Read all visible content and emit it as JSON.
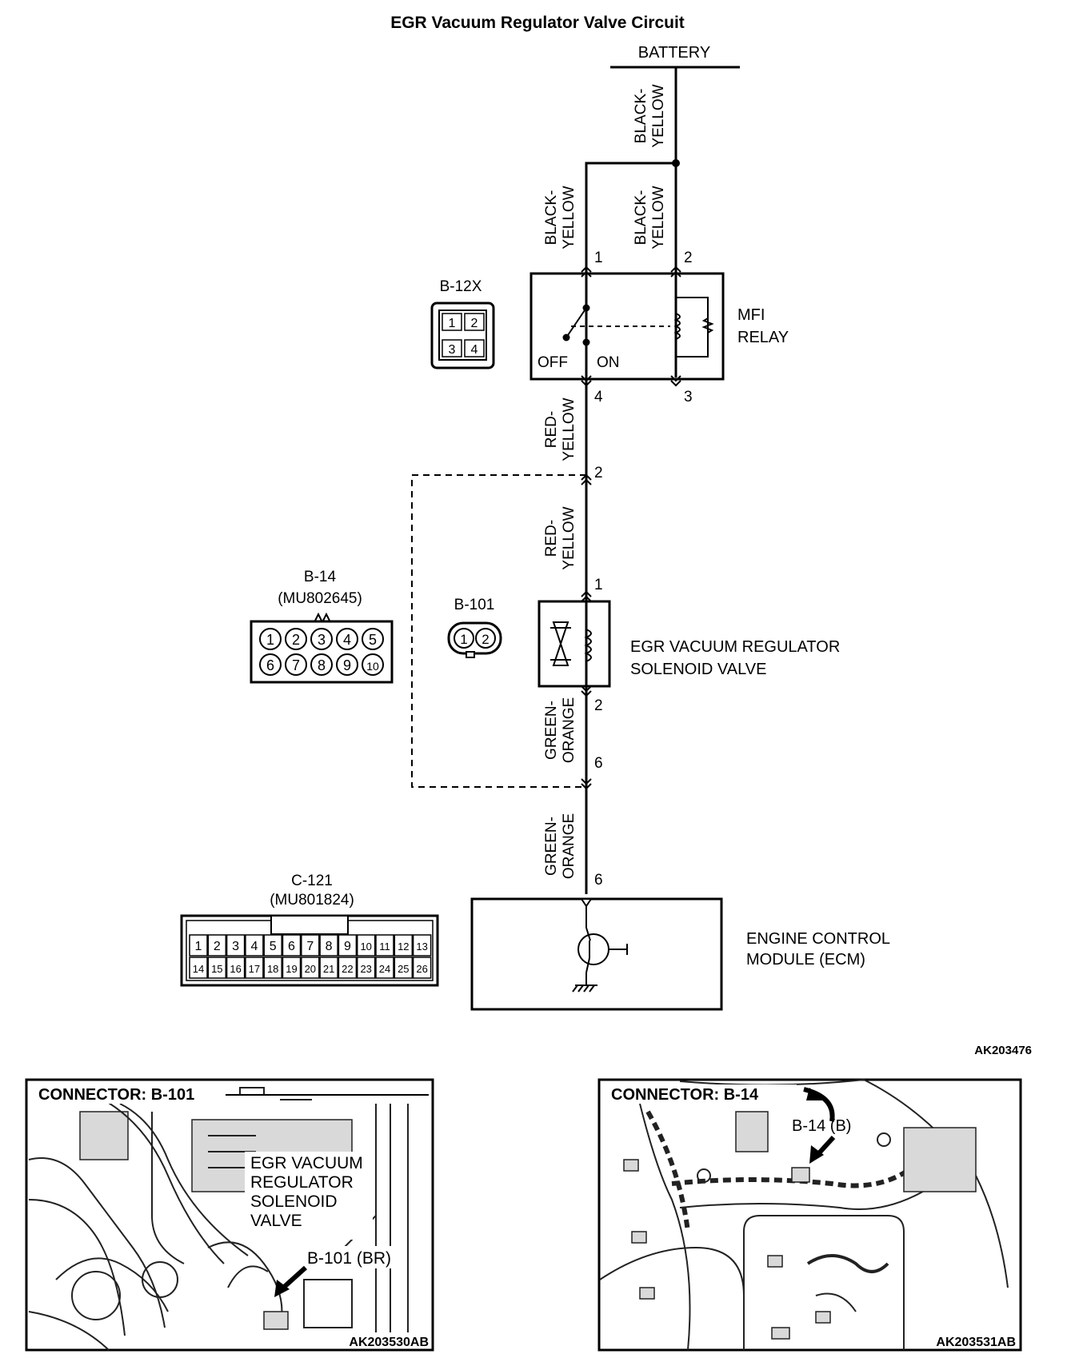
{
  "title": "EGR Vacuum Regulator Valve Circuit",
  "diagram_id": "AK203476",
  "battery": "BATTERY",
  "wires": {
    "black_yellow": [
      "BLACK-",
      "YELLOW"
    ],
    "red_yellow": [
      "RED-",
      "YELLOW"
    ],
    "green_orange": [
      "GREEN-",
      "ORANGE"
    ]
  },
  "pins": {
    "relay_1": "1",
    "relay_2": "2",
    "relay_3": "3",
    "relay_4": "4",
    "b14_2": "2",
    "b101_1": "1",
    "b101_2": "2",
    "b14_6": "6",
    "ecm_6": "6"
  },
  "relay": {
    "label_line1": "MFI",
    "label_line2": "RELAY",
    "off": "OFF",
    "on": "ON"
  },
  "solenoid": {
    "line1": "EGR VACUUM REGULATOR",
    "line2": "SOLENOID VALVE"
  },
  "ecm": {
    "line1": "ENGINE CONTROL",
    "line2": "MODULE (ECM)"
  },
  "connectors": {
    "b12x": {
      "name": "B-12X",
      "pins": [
        "1",
        "2",
        "3",
        "4"
      ]
    },
    "b14": {
      "name": "B-14",
      "part": "(MU802645)",
      "pins": [
        "1",
        "2",
        "3",
        "4",
        "5",
        "6",
        "7",
        "8",
        "9",
        "10"
      ]
    },
    "b101": {
      "name": "B-101",
      "pins": [
        "1",
        "2"
      ]
    },
    "c121": {
      "name": "C-121",
      "part": "(MU801824)",
      "pins_top": [
        "1",
        "2",
        "3",
        "4",
        "5",
        "6",
        "7",
        "8",
        "9",
        "10",
        "11",
        "12",
        "13"
      ],
      "pins_bottom": [
        "14",
        "15",
        "16",
        "17",
        "18",
        "19",
        "20",
        "21",
        "22",
        "23",
        "24",
        "25",
        "26"
      ]
    }
  },
  "photo_left": {
    "header": "CONNECTOR: B-101",
    "callout": [
      "EGR VACUUM",
      "REGULATOR",
      "SOLENOID",
      "VALVE"
    ],
    "arrow_label": "B-101 (BR)",
    "id": "AK203530AB"
  },
  "photo_right": {
    "header": "CONNECTOR: B-14",
    "arrow_label": "B-14 (B)",
    "id": "AK203531AB"
  }
}
